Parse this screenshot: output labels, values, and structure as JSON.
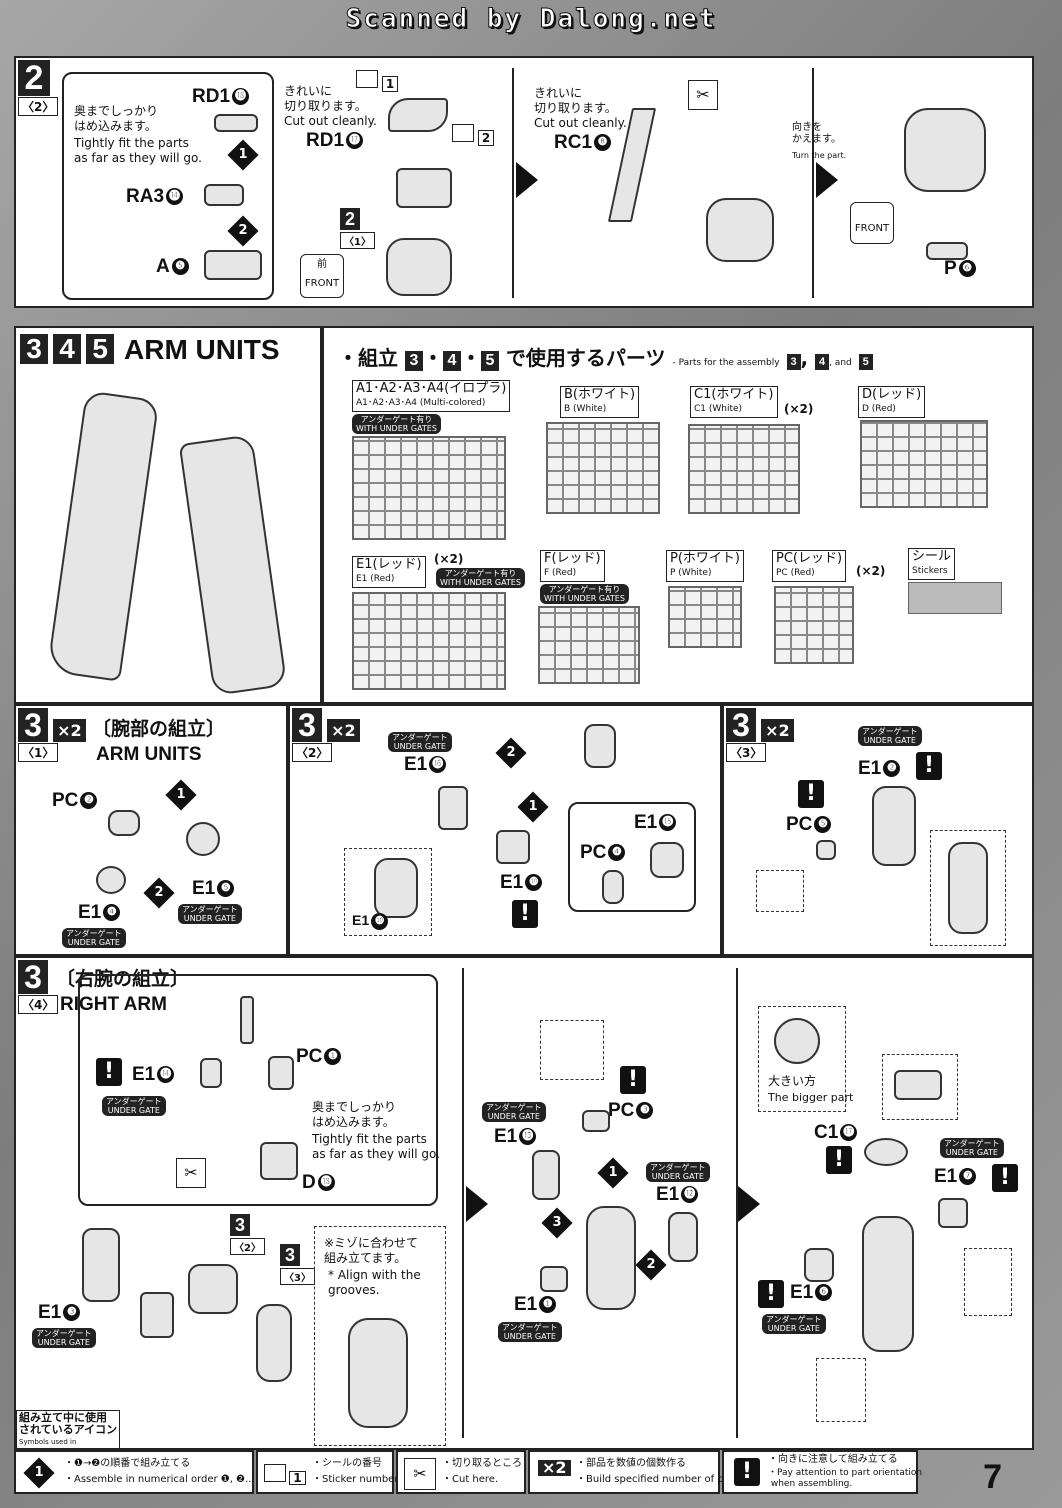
{
  "watermark": "Scanned by Dalong.net",
  "page_number": "7",
  "step2": {
    "num": "2",
    "sub": "〈2〉",
    "inset_jp": "奥までしっかり\nはめ込みます。",
    "inset_en": "Tightly fit the parts\nas far as they will go.",
    "parts": [
      "RD1",
      "RA3",
      "A"
    ],
    "part_nums": [
      "⓲",
      "⓮",
      "❺"
    ],
    "cut_jp": "きれいに\n切り取ります。",
    "cut_en": "Cut out cleanly.",
    "rd1_b": "RD1",
    "rd1_b_num": "⓱",
    "sticker1": "1",
    "sticker2": "2",
    "ref_num": "2",
    "ref_sub": "〈1〉",
    "front_jp": "前",
    "front_en": "FRONT",
    "cut2_jp": "きれいに\n切り取ります。",
    "cut2_en": "Cut out cleanly.",
    "rc1": "RC1",
    "rc1_num": "❽",
    "turn_jp": "向きを\nかえます。",
    "turn_en": "Turn the part.",
    "p": "P",
    "p_num": "❻",
    "steps": [
      "1",
      "2"
    ]
  },
  "arm_header": {
    "nums": [
      "3",
      "4",
      "5"
    ],
    "title": "ARM UNITS",
    "parts_jp": "・組立",
    "parts_jp2": "で使用するパーツ",
    "parts_en": "- Parts for the assembly",
    "parts_en_and": ", and"
  },
  "runners": [
    {
      "jp": "A1･A2･A3･A4(イロプラ)",
      "en": "A1･A2･A3･A4 (Multi-colored)",
      "ug": "アンダーゲート有り\nWITH UNDER GATES",
      "mult": ""
    },
    {
      "jp": "B(ホワイト)",
      "en": "B (White)",
      "ug": "",
      "mult": ""
    },
    {
      "jp": "C1(ホワイト)",
      "en": "C1 (White)",
      "ug": "",
      "mult": "(×2)"
    },
    {
      "jp": "D(レッド)",
      "en": "D (Red)",
      "ug": "",
      "mult": ""
    },
    {
      "jp": "E1(レッド)",
      "en": "E1 (Red)",
      "ug": "アンダーゲート有り\nWITH UNDER GATES",
      "mult": "(×2)"
    },
    {
      "jp": "F(レッド)",
      "en": "F (Red)",
      "ug": "アンダーゲート有り\nWITH UNDER GATES",
      "mult": ""
    },
    {
      "jp": "P(ホワイト)",
      "en": "P (White)",
      "ug": "",
      "mult": ""
    },
    {
      "jp": "PC(レッド)",
      "en": "PC (Red)",
      "ug": "",
      "mult": "(×2)"
    },
    {
      "jp": "シール",
      "en": "Stickers",
      "ug": "",
      "mult": ""
    }
  ],
  "step3_1": {
    "num": "3",
    "sub": "〈1〉",
    "mult": "×2",
    "jp": "〔腕部の組立〕",
    "en": "ARM UNITS",
    "labels": [
      "PC",
      "E1",
      "E1"
    ],
    "nums": [
      "❷",
      "❹",
      "❺"
    ],
    "ug": "アンダーゲート\nUNDER GATE"
  },
  "step3_2": {
    "num": "3",
    "sub": "〈2〉",
    "mult": "×2",
    "ug": "アンダーゲート\nUNDER GATE",
    "labels": [
      "E1",
      "E1",
      "E1",
      "PC",
      "E1"
    ],
    "nums": [
      "⓰",
      "❿",
      "⓯",
      "❹",
      "❿"
    ]
  },
  "step3_3": {
    "num": "3",
    "sub": "〈3〉",
    "mult": "×2",
    "ug": "アンダーゲート\nUNDER GATE",
    "labels": [
      "E1",
      "PC"
    ],
    "nums": [
      "❷",
      "❺"
    ]
  },
  "step3_4": {
    "num": "3",
    "sub": "〈4〉",
    "jp": "〔右腕の組立〕",
    "en": "RIGHT ARM",
    "ug": "アンダーゲート\nUNDER GATE",
    "labels": [
      "E1",
      "PC",
      "D",
      "E1"
    ],
    "nums": [
      "⓮",
      "❶",
      "⓲",
      "❸"
    ],
    "fit_jp": "奥までしっかり\nはめ込みます。",
    "fit_en": "Tightly fit the parts\nas far as they will go.",
    "ref_a": "3",
    "ref_a_sub": "〈2〉",
    "ref_b": "3",
    "ref_b_sub": "〈3〉",
    "groove_jp": "※ミゾに合わせて\n組み立てます。",
    "groove_en": "* Align with the\ngrooves.",
    "mid_labels": [
      "PC",
      "E1",
      "E1",
      "E1"
    ],
    "mid_nums": [
      "❸",
      "⓭",
      "⓬",
      "❶"
    ],
    "big_jp": "大きい方",
    "big_en": "The bigger part",
    "right_labels": [
      "C1",
      "E1",
      "E1"
    ],
    "right_nums": [
      "⓱",
      "❼",
      "❻"
    ],
    "symbols_jp": "組み立て中に使用\nされているアイコン",
    "symbols_en": "Symbols used in instructions"
  },
  "legend": [
    {
      "icon": "1",
      "jp": "・❶→❷の順番で組み立てる",
      "en": "・Assemble in numerical order ❶, ❷..."
    },
    {
      "icon": "1",
      "jp": "・シールの番号",
      "en": "・Sticker number"
    },
    {
      "icon": "✂",
      "jp": "・切り取るところ",
      "en": "・Cut here."
    },
    {
      "icon": "×2",
      "jp": "・部品を数値の個数作る",
      "en": "・Build specified number of parts."
    },
    {
      "icon": "!",
      "jp": "・向きに注意して組み立てる",
      "en": "・Pay attention to part orientation\n when assembling."
    }
  ]
}
